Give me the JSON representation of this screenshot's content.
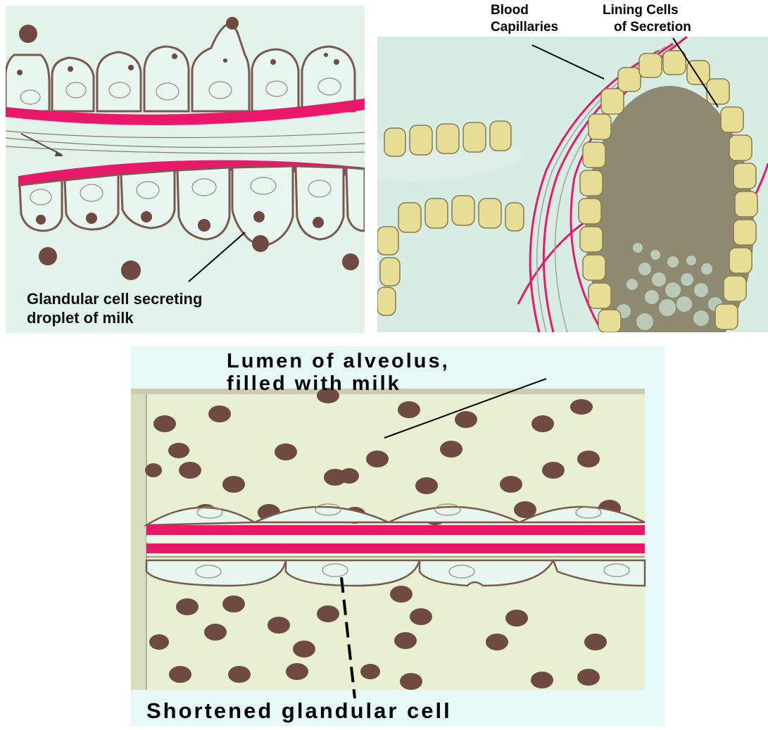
{
  "panels": {
    "top_left": {
      "label_line1": "Glandular cell secreting",
      "label_line2": "droplet of milk"
    },
    "top_right": {
      "blood_capillaries_line1": "Blood",
      "blood_capillaries_line2": "Capillaries",
      "lining_cells_line1": "Lining Cells",
      "lining_cells_line2": "of Secretion"
    },
    "bottom": {
      "lumen_line1": "Lumen of alveolus,",
      "lumen_line2": "filled with milk",
      "shortened_cell": "Shortened glandular cell"
    }
  },
  "colors": {
    "capillary": "#e8186a",
    "cytoplasm": "#e7f6ee",
    "membrane": "#7a5a4e",
    "milk_droplet": "#6e4a42",
    "lining_cell": "#e6de94",
    "lumen": "#e8f0d2",
    "background": "#e6f8f8"
  }
}
